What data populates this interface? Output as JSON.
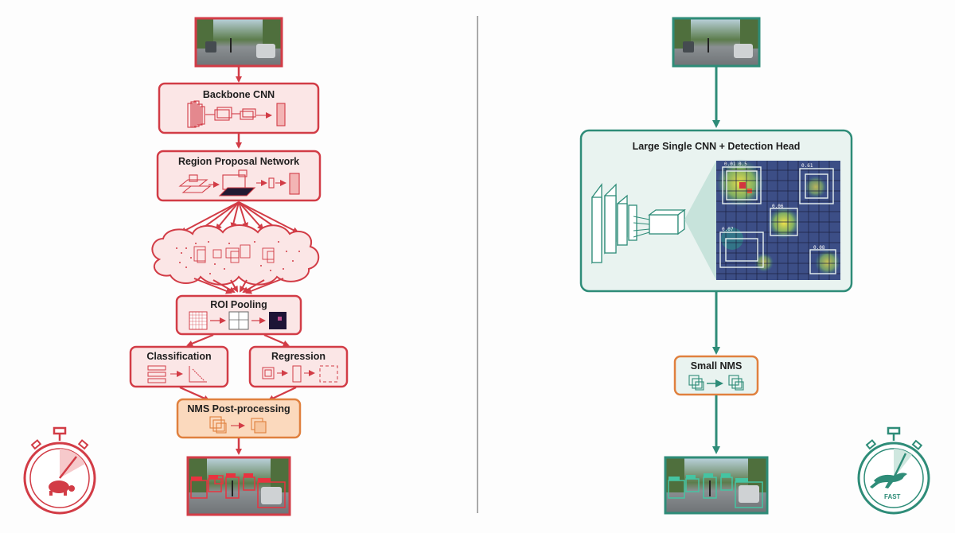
{
  "pipeline_left": {
    "stages": [
      {
        "id": "backbone",
        "label": "Backbone CNN"
      },
      {
        "id": "rpn",
        "label": "Region Proposal Network"
      },
      {
        "id": "roi",
        "label": "ROI Pooling"
      },
      {
        "id": "cls",
        "label": "Classification"
      },
      {
        "id": "reg",
        "label": "Regression"
      },
      {
        "id": "nms",
        "label": "NMS Post-processing"
      }
    ]
  },
  "pipeline_right": {
    "detector_label": "Large Single CNN + Detection Head",
    "nms_label": "Small NMS",
    "heatmap_scores": [
      "0.01 0.5",
      "0.61",
      "0.06",
      "0.07",
      "0.08"
    ],
    "stopwatch_label": "FAST"
  },
  "colors": {
    "slow_red": "#d23c46",
    "box_fill": "#fbe6e6",
    "nms_orange": "#e0803e",
    "nms_fill": "#fbd9bd",
    "fast_teal": "#2e8c78",
    "teal_fill": "#e9f3f0"
  },
  "icons": {
    "slow_indicator": "turtle-stopwatch-icon",
    "fast_indicator": "cheetah-stopwatch-icon"
  }
}
